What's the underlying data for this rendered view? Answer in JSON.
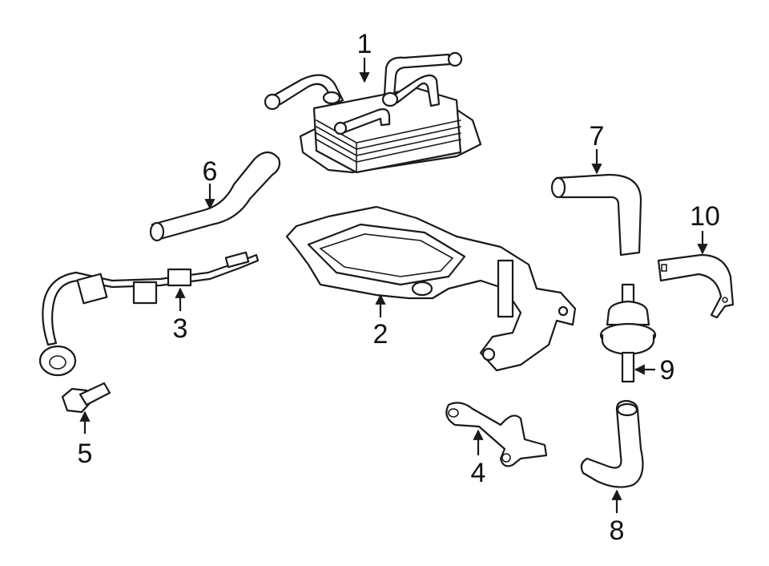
{
  "callouts": [
    {
      "id": "1",
      "label": "1"
    },
    {
      "id": "2",
      "label": "2"
    },
    {
      "id": "3",
      "label": "3"
    },
    {
      "id": "4",
      "label": "4"
    },
    {
      "id": "5",
      "label": "5"
    },
    {
      "id": "6",
      "label": "6"
    },
    {
      "id": "7",
      "label": "7"
    },
    {
      "id": "8",
      "label": "8"
    },
    {
      "id": "9",
      "label": "9"
    },
    {
      "id": "10",
      "label": "10"
    }
  ],
  "colors": {
    "line": "#1a1a1a",
    "background": "#ffffff"
  }
}
